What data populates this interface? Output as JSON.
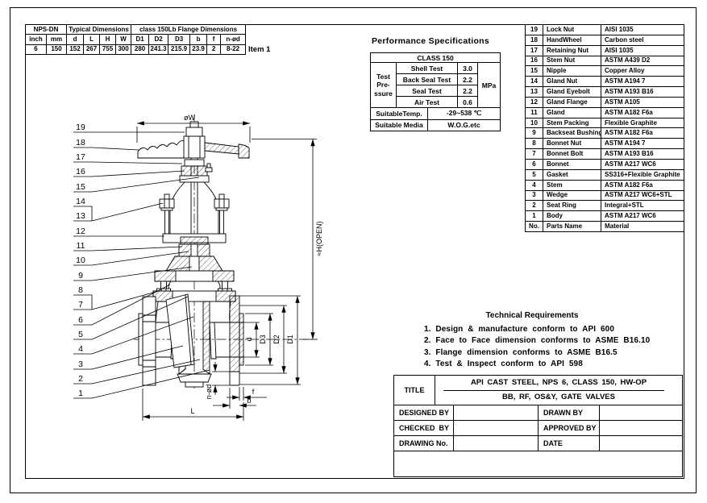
{
  "sheet": {
    "item_label": "Item 1"
  },
  "dims_table": {
    "groups": [
      "NPS-DN",
      "Typical Dimensions",
      "class 150Lb Flange Dimensions"
    ],
    "columns": [
      "inch",
      "mm",
      "d",
      "L",
      "H",
      "W",
      "D1",
      "D2",
      "D3",
      "b",
      "f",
      "n-ød"
    ],
    "values": [
      "6",
      "150",
      "152",
      "267",
      "755",
      "300",
      "280",
      "241.3",
      "215.9",
      "23.9",
      "2",
      "8-22"
    ]
  },
  "performance": {
    "title": "Performance Specifications",
    "class_header": "CLASS 150",
    "pressure_label": "Test\nPre-\nssure",
    "unit": "MPa",
    "tests": [
      {
        "name": "Shell Test",
        "value": "3.0"
      },
      {
        "name": "Back Seal Test",
        "value": "2.2"
      },
      {
        "name": "Seal Test",
        "value": "2.2"
      },
      {
        "name": "Air Test",
        "value": "0.6"
      }
    ],
    "extra_rows": [
      {
        "label": "SuitableTemp.",
        "value": "-29~538 ℃"
      },
      {
        "label": "Suitable Media",
        "value": "W.O.G.etc"
      }
    ]
  },
  "parts_table": {
    "header": {
      "no": "No.",
      "name": "Parts Name",
      "material": "Material"
    },
    "rows": [
      {
        "no": "19",
        "name": "Lock Nut",
        "material": "AISI 1035"
      },
      {
        "no": "18",
        "name": "HandWheel",
        "material": "Carbon steel"
      },
      {
        "no": "17",
        "name": "Retaining Nut",
        "material": "AISI 1035"
      },
      {
        "no": "16",
        "name": "Stem Nut",
        "material": "ASTM A439 D2"
      },
      {
        "no": "15",
        "name": "Nipple",
        "material": "Copper Alloy"
      },
      {
        "no": "14",
        "name": "Gland Nut",
        "material": "ASTM A194 7"
      },
      {
        "no": "13",
        "name": "Gland Eyebolt",
        "material": "ASTM A193 B16"
      },
      {
        "no": "12",
        "name": "Gland Flange",
        "material": "ASTM A105"
      },
      {
        "no": "11",
        "name": "Gland",
        "material": "ASTM A182 F6a"
      },
      {
        "no": "10",
        "name": "Stem Packing",
        "material": "Flexible Graphite"
      },
      {
        "no": "9",
        "name": "Backseat Bushing",
        "material": "ASTM A182 F6a"
      },
      {
        "no": "8",
        "name": "Bonnet Nut",
        "material": "ASTM A194 7"
      },
      {
        "no": "7",
        "name": "Bonnet Bolt",
        "material": "ASTM A193 B16"
      },
      {
        "no": "6",
        "name": "Bonnet",
        "material": "ASTM A217 WC6"
      },
      {
        "no": "5",
        "name": "Gasket",
        "material": "SS316+Flexible Graphite"
      },
      {
        "no": "4",
        "name": "Stem",
        "material": "ASTM A182 F6a"
      },
      {
        "no": "3",
        "name": "Wedge",
        "material": "ASTM A217 WC6+STL"
      },
      {
        "no": "2",
        "name": "Seat Ring",
        "material": "Integral+STL"
      },
      {
        "no": "1",
        "name": "Body",
        "material": "ASTM A217 WC6"
      }
    ]
  },
  "technical_requirements": {
    "title": "Technical Requirements",
    "items": [
      "1. Design & manufacture conform to API 600",
      "2. Face to Face dimension conforms to ASME B16.10",
      "3. Flange dimension conforms to ASME B16.5",
      "4. Test & Inspect conform to API 598"
    ]
  },
  "title_block": {
    "title_label": "TITLE",
    "title_line1": "API CAST STEEL, NPS 6, CLASS 150, HW-OP",
    "title_line2": "BB, RF, OS&Y, GATE VALVES",
    "designed_by": {
      "label": "DESIGNED BY",
      "value": ""
    },
    "drawn_by": {
      "label": "DRAWN BY",
      "value": ""
    },
    "checked_by": {
      "label": "CHECKED  BY",
      "value": ""
    },
    "approved_by": {
      "label": "APPROVED BY",
      "value": ""
    },
    "drawing_no": {
      "label": "DRAWING No.",
      "value": ""
    },
    "date": {
      "label": "DATE",
      "value": ""
    }
  },
  "drawing": {
    "callouts": [
      "19",
      "18",
      "17",
      "16",
      "15",
      "14",
      "13",
      "12",
      "11",
      "10",
      "9",
      "8",
      "7",
      "6",
      "5",
      "4",
      "3",
      "2",
      "1"
    ],
    "dims": {
      "w": "øW",
      "h_open": "≈H(OPEN)",
      "d": "d",
      "d3": "D3",
      "d2": "D2",
      "d1": "D1",
      "n_od": "n-ød",
      "f": "f",
      "b": "b",
      "l": "L"
    }
  }
}
